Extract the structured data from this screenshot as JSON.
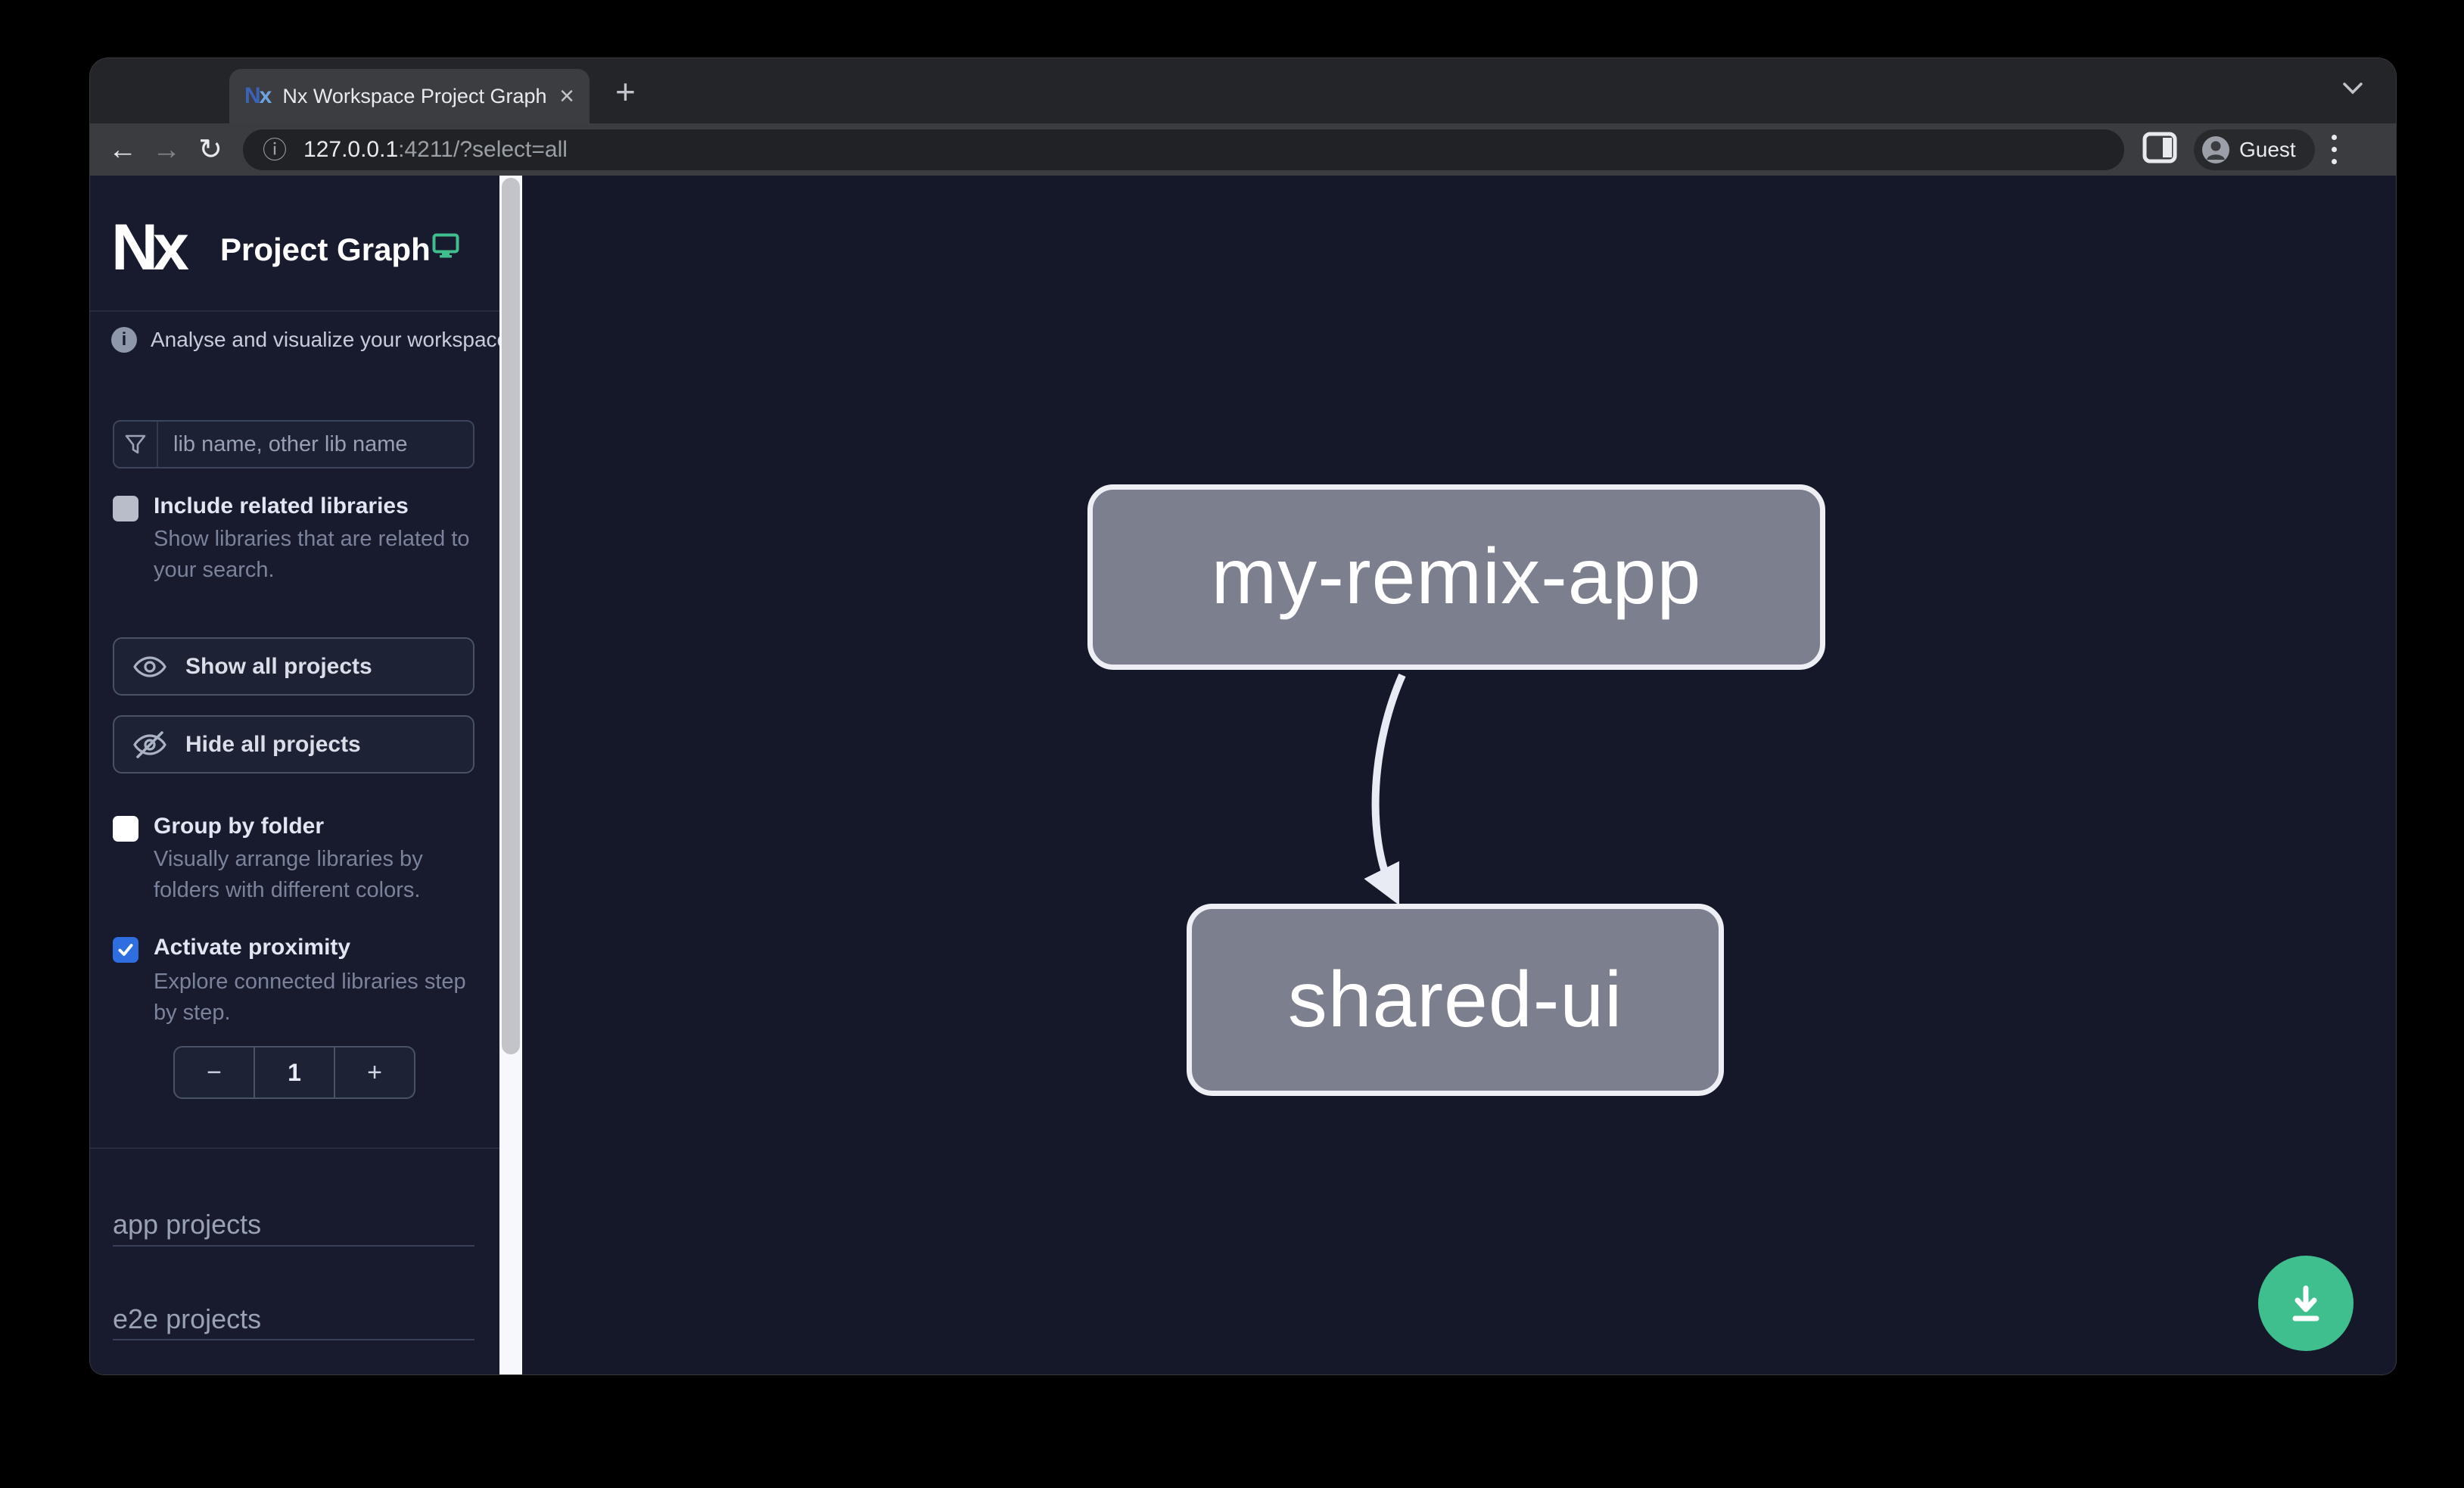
{
  "browser": {
    "tab_title": "Nx Workspace Project Graph",
    "url_host": "127.0.0.1",
    "url_rest": ":4211/?select=all",
    "profile_label": "Guest"
  },
  "icons": {
    "back_arrow": "←",
    "forward_arrow": "→",
    "reload": "↻",
    "page_info": "ⓘ",
    "tab_close": "×",
    "new_tab": "+",
    "info_badge": "i",
    "nx_logo": "N",
    "nx_logo_x": "x",
    "stepper_decrement": "−",
    "stepper_increment": "+"
  },
  "sidebar": {
    "app_title": "Project Graph",
    "tagline": "Analyse and visualize your workspace.",
    "search": {
      "placeholder": "lib name, other lib name"
    },
    "include_related": {
      "label": "Include related libraries",
      "description": "Show libraries that are related to your search.",
      "checked": false
    },
    "show_all_label": "Show all projects",
    "hide_all_label": "Hide all projects",
    "group_by_folder": {
      "label": "Group by folder",
      "description": "Visually arrange libraries by folders with different colors.",
      "checked": false
    },
    "activate_proximity": {
      "label": "Activate proximity",
      "description": "Explore connected libraries step by step.",
      "checked": true
    },
    "proximity": {
      "value": "1"
    },
    "sections": [
      "app projects",
      "e2e projects"
    ]
  },
  "graph": {
    "nodes": [
      {
        "label": "my-remix-app"
      },
      {
        "label": "shared-ui"
      }
    ],
    "edges": [
      {
        "from": "my-remix-app",
        "to": "shared-ui"
      }
    ]
  },
  "colors": {
    "accent_green": "#3fbe8e",
    "checkbox_blue": "#2f6ee0",
    "node_fill": "#7b7f8e",
    "canvas_bg": "#141829",
    "sidebar_bg": "#171b2d"
  }
}
